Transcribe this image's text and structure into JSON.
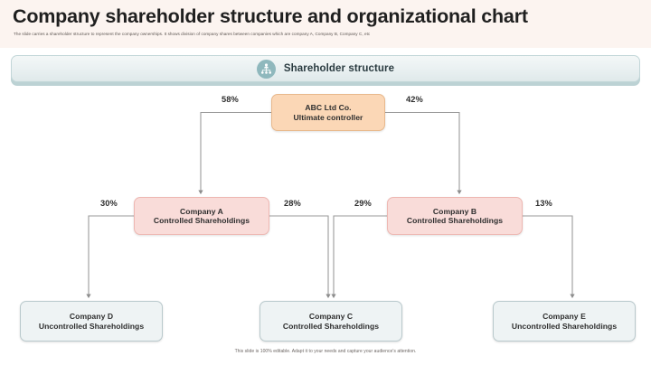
{
  "header": {
    "title": "Company shareholder structure and organizational chart",
    "subtitle": "The slide carries a shareholder structure to represent the company ownerships. It shows division of company shares between companies which are company A, Company B, Company C, etc"
  },
  "section": {
    "icon": "org-people-icon",
    "title": "Shareholder structure"
  },
  "footer": {
    "note": "This slide is 100% editable. Adapt it to your needs and capture your audience's attention."
  },
  "colors": {
    "header_band": "#fcf4f0",
    "root_node": "#fbd7b6",
    "mid_node": "#f9dcd9",
    "leaf_node": "#eef3f4",
    "section_bar": "#e9f0f1",
    "section_icon": "#8fb8bd",
    "connector": "#9a9a9a"
  },
  "chart_data": {
    "type": "diagram",
    "title": "Shareholder structure",
    "nodes": [
      {
        "id": "root",
        "name": "ABC Ltd Co.",
        "subtitle": "Ultimate controller",
        "level": 0,
        "color": "#fbd7b6"
      },
      {
        "id": "a",
        "name": "Company A",
        "subtitle": "Controlled Shareholdings",
        "level": 1,
        "color": "#f9dcd9"
      },
      {
        "id": "b",
        "name": "Company B",
        "subtitle": "Controlled Shareholdings",
        "level": 1,
        "color": "#f9dcd9"
      },
      {
        "id": "d",
        "name": "Company D",
        "subtitle": "Uncontrolled Shareholdings",
        "level": 2,
        "color": "#eef3f4"
      },
      {
        "id": "c",
        "name": "Company C",
        "subtitle": "Controlled Shareholdings",
        "level": 2,
        "color": "#eef3f4"
      },
      {
        "id": "e",
        "name": "Company E",
        "subtitle": "Uncontrolled Shareholdings",
        "level": 2,
        "color": "#eef3f4"
      }
    ],
    "edges": [
      {
        "from": "root",
        "to": "a",
        "label": "58%"
      },
      {
        "from": "root",
        "to": "b",
        "label": "42%"
      },
      {
        "from": "a",
        "to": "d",
        "label": "30%"
      },
      {
        "from": "a",
        "to": "c",
        "label": "28%"
      },
      {
        "from": "b",
        "to": "c",
        "label": "29%"
      },
      {
        "from": "b",
        "to": "e",
        "label": "13%"
      }
    ],
    "labels": {
      "pct_58": "58%",
      "pct_42": "42%",
      "pct_30": "30%",
      "pct_28": "28%",
      "pct_29": "29%",
      "pct_13": "13%"
    }
  }
}
